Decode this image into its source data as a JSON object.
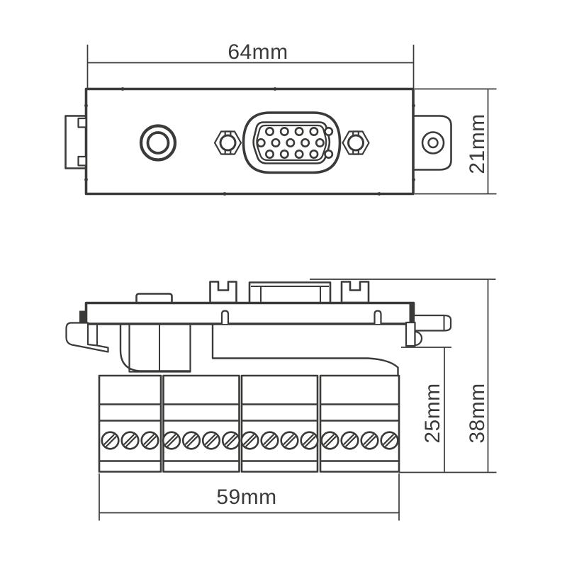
{
  "drawing": {
    "type": "technical-dimension-drawing",
    "subject": "vga-and-audio-euro-wall-module"
  },
  "dimensions": {
    "width_top": "64mm",
    "height_top": "21mm",
    "width_bottom": "59mm",
    "depth_body": "25mm",
    "depth_total": "38mm"
  },
  "front_view": {
    "connectors": [
      "audio-jack-3.5mm",
      "vga-de15-female"
    ],
    "vga_pin_rows": [
      5,
      5,
      5
    ]
  },
  "side_view": {
    "terminal_blocks": [
      {
        "screws": 3
      },
      {
        "screws": 4
      },
      {
        "screws": 4
      },
      {
        "screws": 4
      }
    ]
  },
  "colors": {
    "line_color": "#3a3a38",
    "background": "#ffffff"
  }
}
